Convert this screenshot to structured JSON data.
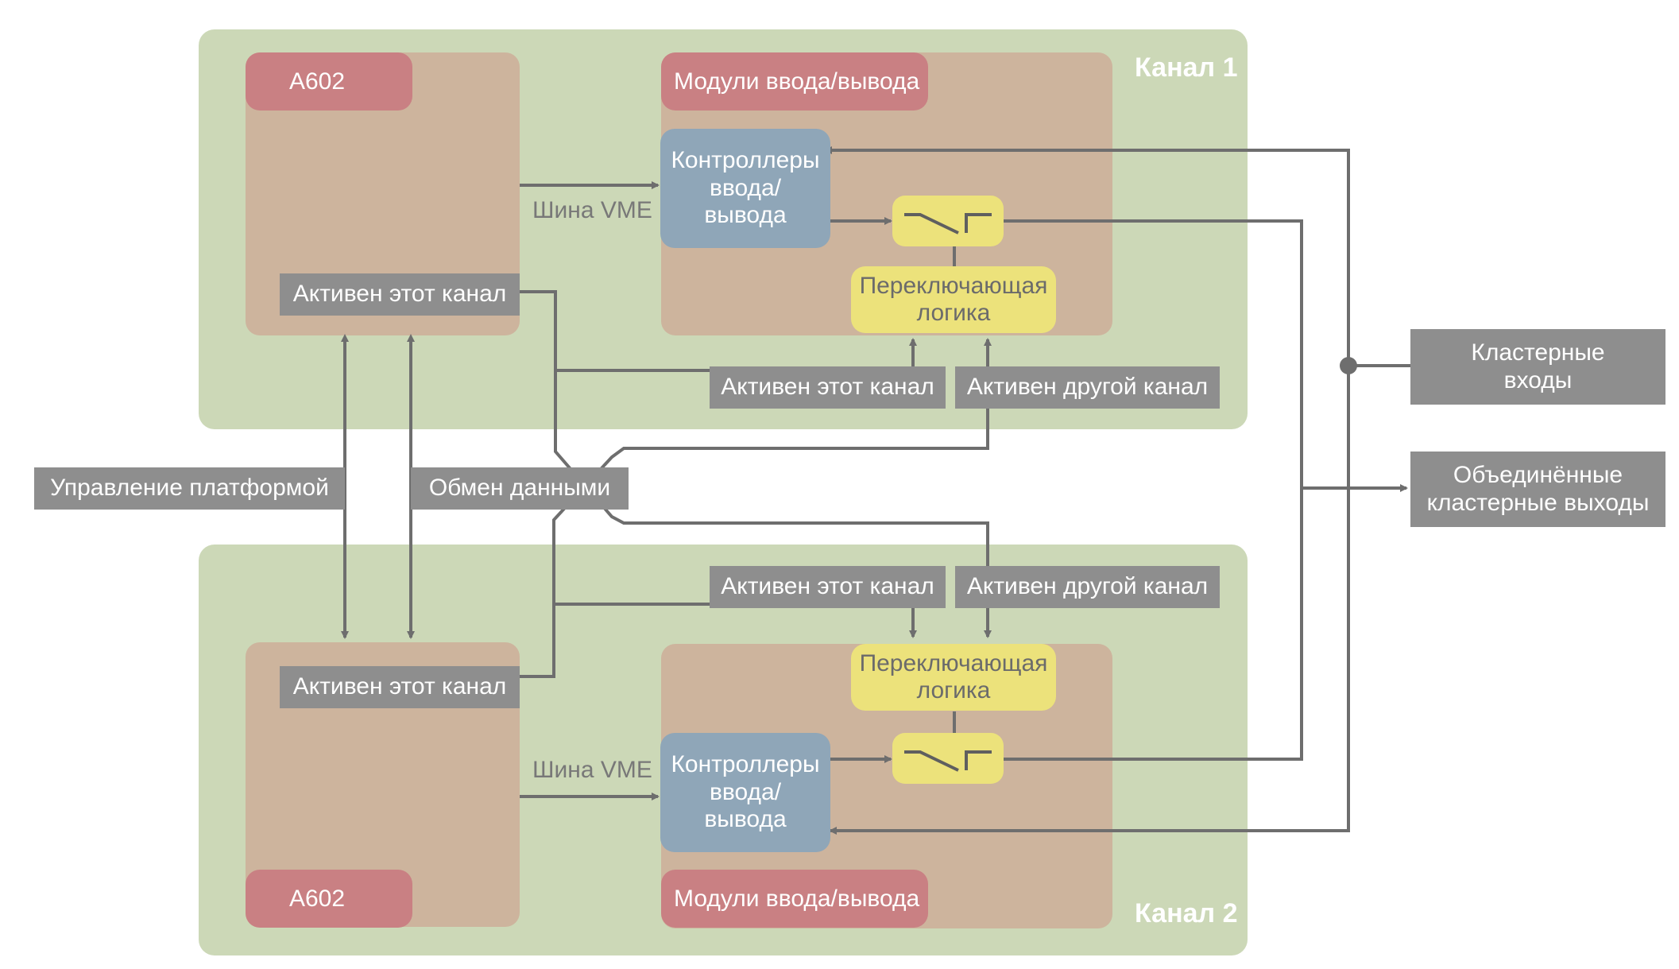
{
  "channel1": {
    "name": "Канал 1"
  },
  "channel2": {
    "name": "Канал 2"
  },
  "a602": "A602",
  "io_modules": "Модули ввода/вывода",
  "io_controllers": "Контроллеры\nввода/\nвывода",
  "switch_logic": "Переключающая\nлогика",
  "vme_bus": "Шина VME",
  "active_this_channel": "Активен этот канал",
  "active_other_channel": "Активен другой канал",
  "platform_control": "Управление платформой",
  "data_exchange": "Обмен данными",
  "cluster_inputs": "Кластерные\nвходы",
  "cluster_outputs": "Объединённые\nкластерные выходы",
  "colors": {
    "channel_bg": "#ccd8b7",
    "module_bg": "#cdb49d",
    "a602_bg": "#c98083",
    "controller_bg": "#8fa6b8",
    "logic_bg": "#ece27b",
    "label_bg": "#8e8e8e",
    "line": "#6e6e6e"
  }
}
